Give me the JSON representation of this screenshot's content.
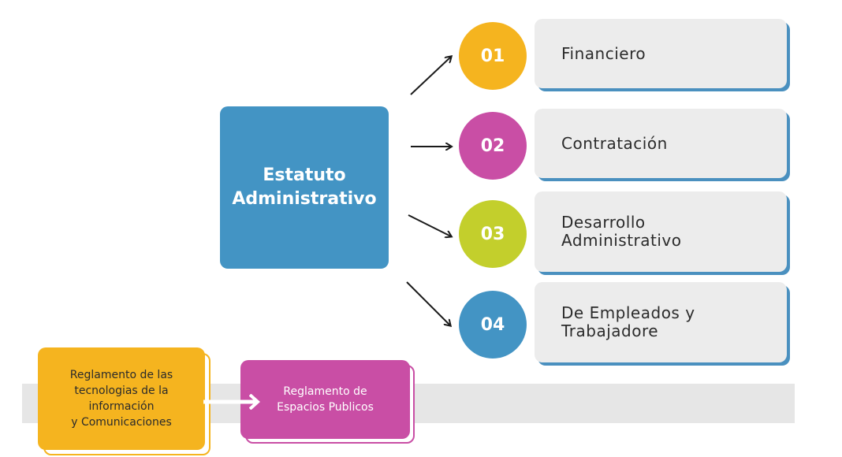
{
  "colors": {
    "main_box": "#4394c4",
    "circle_1": "#f5b41f",
    "circle_2": "#c94ea5",
    "circle_3": "#c3cf2c",
    "circle_4": "#4394c4",
    "card_shadow": "#4a90bf",
    "reg_tic": "#f5b41f",
    "reg_esp": "#c94ea5"
  },
  "main": {
    "line1": "Estatuto",
    "line2": "Administrativo"
  },
  "items": [
    {
      "number": "01",
      "line1": "Financiero",
      "line2": ""
    },
    {
      "number": "02",
      "line1": "Contratación",
      "line2": ""
    },
    {
      "number": "03",
      "line1": "Desarrollo",
      "line2": "Administrativo"
    },
    {
      "number": "04",
      "line1": "De Empleados y",
      "line2": "Trabajadore"
    }
  ],
  "regulations": {
    "tic": {
      "line1": "Reglamento de las",
      "line2": "tecnologias de la",
      "line3": "información",
      "line4": "y Comunicaciones"
    },
    "espacios": {
      "line1": "Reglamento de",
      "line2": "Espacios Publicos"
    }
  }
}
